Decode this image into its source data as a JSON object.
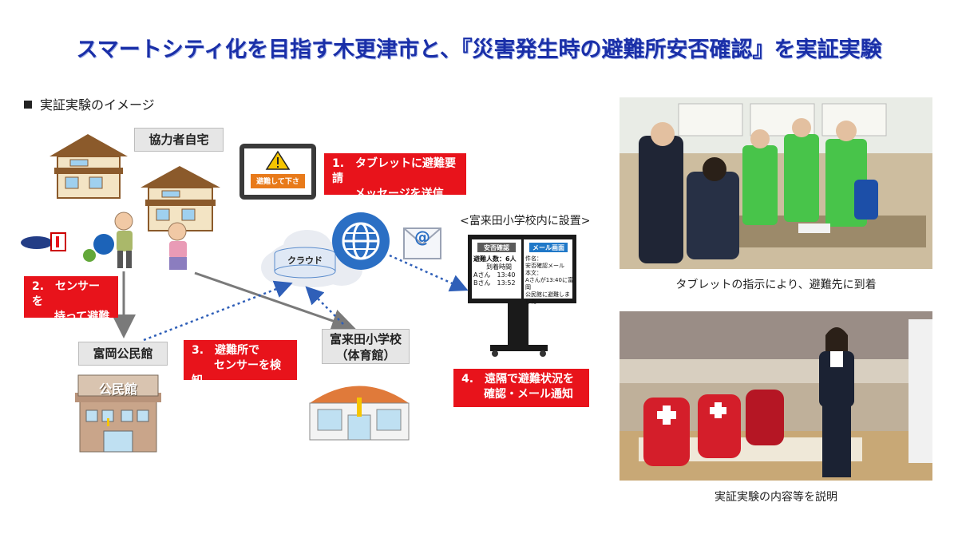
{
  "title": "スマートシティ化を目指す木更津市と、『災害発生時の避難所安否確認』を実証実験",
  "section_heading": "実証実験のイメージ",
  "locations": {
    "home": "協力者自宅",
    "community_center": "富岡公民館",
    "community_center_sign": "公民館",
    "school_line1": "富来田小学校",
    "school_line2": "（体育館）",
    "cloud": "クラウド",
    "installed_at": "<富来田小学校内に設置>"
  },
  "tablet_button": "避難して下さい！",
  "steps": [
    {
      "line1": "1.　タブレットに避難要請",
      "line2": "　　メッセージを送信"
    },
    {
      "line1": "2.　センサーを",
      "line2": "　　持って避難"
    },
    {
      "line1": "3.　避難所で",
      "line2": "　　センサーを検知"
    },
    {
      "line1": "4.　遠隔で避難状況を",
      "line2": "　　確認・メール通知"
    }
  ],
  "monitor": {
    "left_header": "安否確認",
    "count_line": "避難人数：6人",
    "arrival_label": "到着時間",
    "person_a": "Aさん　13:40",
    "person_b": "Bさん　13:52",
    "right_header": "メール画面",
    "mail_line1": "件名：",
    "mail_line2": "安否確認メール",
    "mail_line3": "本文：",
    "mail_line4": "Aさんが13:40に富岡",
    "mail_line5": "公民館に避難しました"
  },
  "photos": {
    "caption_top": "タブレットの指示により、避難先に到着",
    "caption_bottom": "実証実験の内容等を説明"
  },
  "colors": {
    "title_blue": "#1a2fa8",
    "step_red": "#e8131b",
    "arrow_gray": "#7a7a7a",
    "dotted_blue": "#2f5fb8"
  }
}
